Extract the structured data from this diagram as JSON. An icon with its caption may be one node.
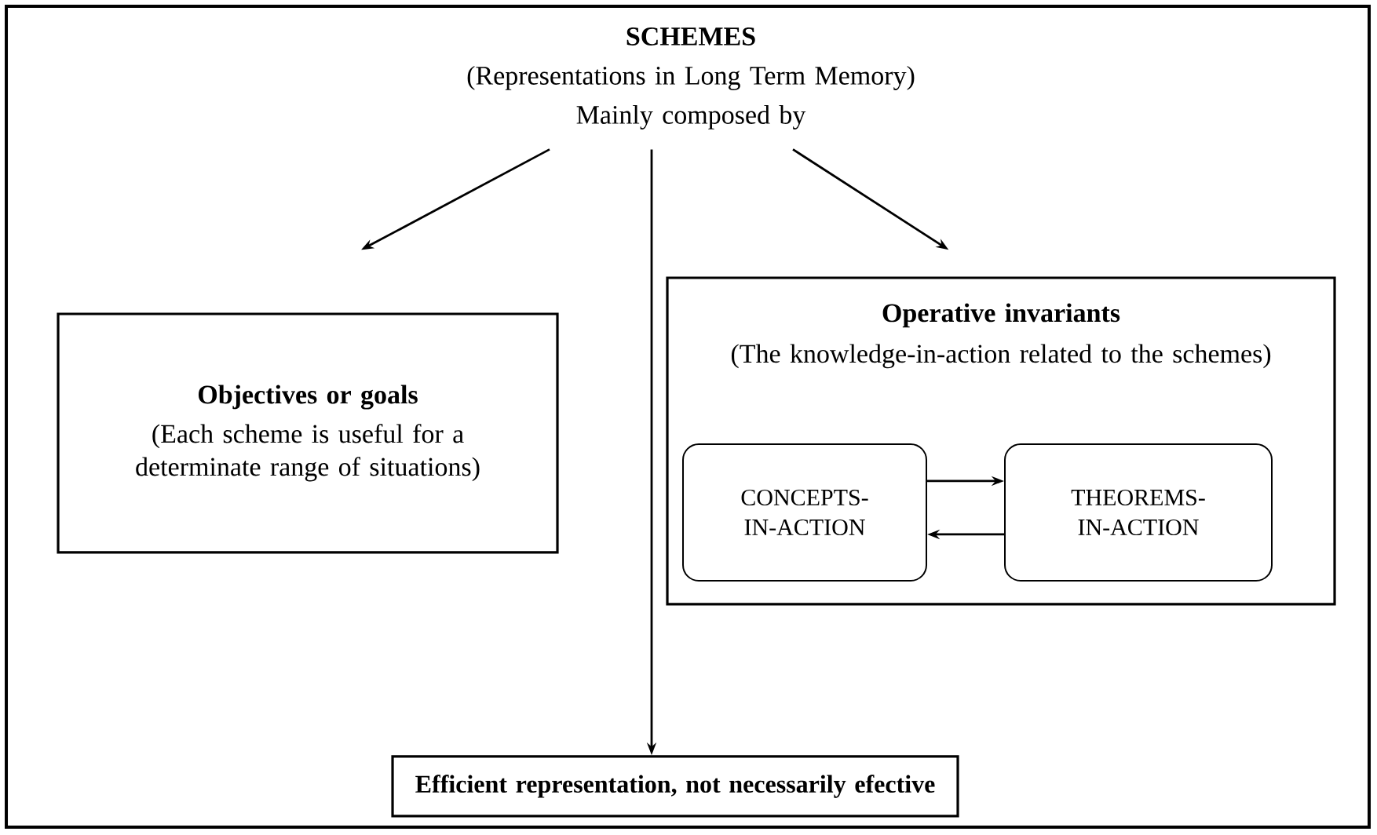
{
  "diagram": {
    "nodes": [
      {
        "text": [
          "SCHEMES",
          "(Representations in Long Term Memory)",
          "Mainly composed by"
        ]
      },
      {
        "text": [
          "Objectives or goals",
          "(Each scheme is useful for a determinate range of situations)"
        ]
      },
      {
        "text": [
          "Operative invariants",
          "(The knowledge-in-action related to the schemes)"
        ]
      },
      {
        "text": [
          "CONCEPTS-IN-ACTION"
        ],
        "in": 2
      },
      {
        "text": [
          "THEOREMS-IN-ACTION"
        ],
        "in": 2
      },
      {
        "text": [
          "Efficient representation, not necessarily efective"
        ]
      }
    ],
    "edges": [
      {
        "from": 0,
        "to": 1,
        "arrow": "to"
      },
      {
        "from": 0,
        "to": 5,
        "arrow": "to"
      },
      {
        "from": 0,
        "to": 2,
        "arrow": "to"
      },
      {
        "from": 3,
        "to": 4,
        "arrow": "to"
      },
      {
        "from": 4,
        "to": 3,
        "arrow": "to"
      }
    ]
  }
}
